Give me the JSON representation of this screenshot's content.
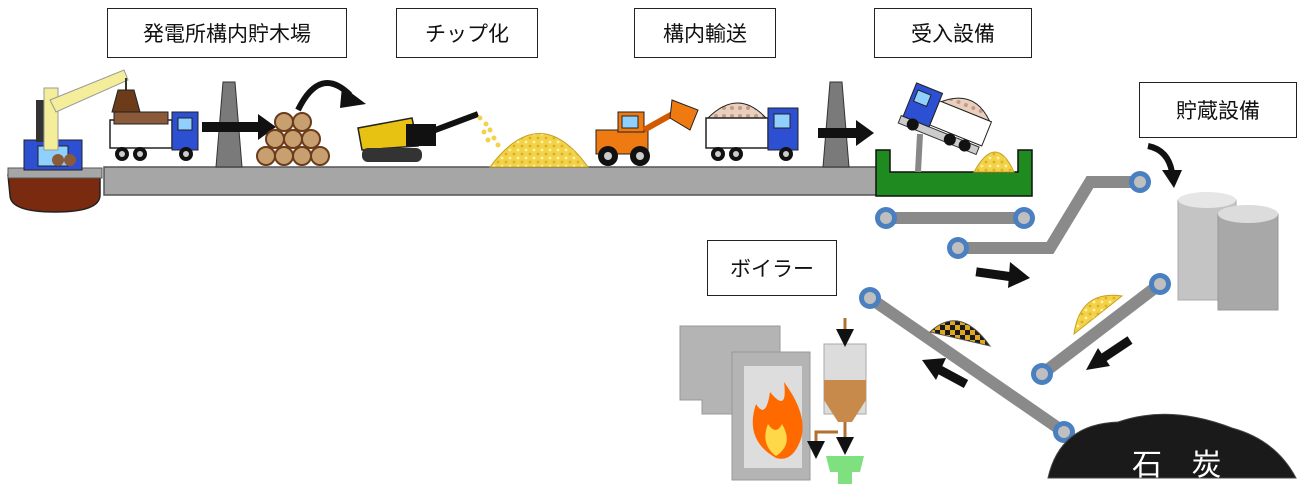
{
  "labels": {
    "yard": "発電所構内貯木場",
    "chip": "チップ化",
    "transport": "構内輸送",
    "receiving": "受入設備",
    "storage": "貯蔵設備",
    "boiler": "ボイラー",
    "coal": "石 炭"
  },
  "colors": {
    "ground": "#a6a6a6",
    "receiving_pit": "#1f8a1f",
    "conveyor": "#8a8a8a",
    "roller_outer": "#4a7fc0",
    "woodchip": "#f2d24b",
    "truck_cab": "#2d4fd1",
    "loader": "#f07a12",
    "chipper": "#e8c213",
    "fire": "#ff6a00",
    "coal": "#1a1a1a"
  }
}
